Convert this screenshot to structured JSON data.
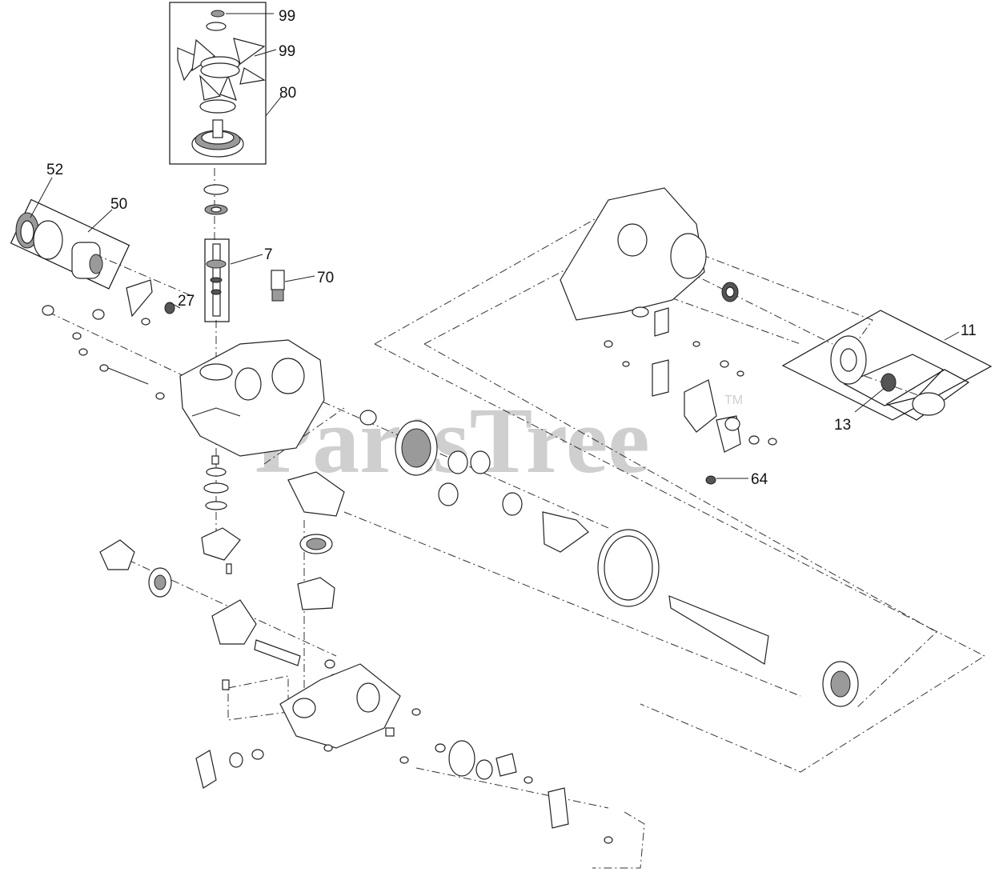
{
  "diagram": {
    "watermark": "PartsTree",
    "watermark_mark": "TM",
    "callouts": [
      {
        "id": "c99a",
        "label": "99"
      },
      {
        "id": "c99b",
        "label": "99"
      },
      {
        "id": "c80",
        "label": "80"
      },
      {
        "id": "c52",
        "label": "52"
      },
      {
        "id": "c50",
        "label": "50"
      },
      {
        "id": "c7",
        "label": "7"
      },
      {
        "id": "c70",
        "label": "70"
      },
      {
        "id": "c27",
        "label": "27"
      },
      {
        "id": "c11",
        "label": "11"
      },
      {
        "id": "c13",
        "label": "13"
      },
      {
        "id": "c64",
        "label": "64"
      }
    ]
  }
}
